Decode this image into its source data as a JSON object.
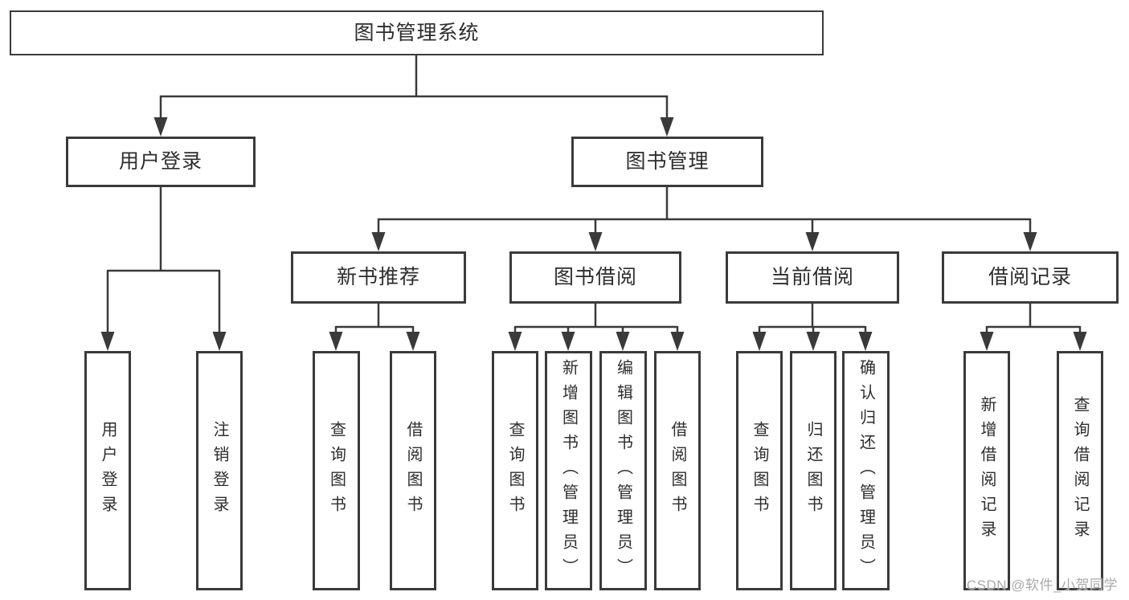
{
  "colors": {
    "background": "#ffffff",
    "line": "#3a3a3a",
    "text": "#2d2d2d",
    "box_bg": "#ffffff",
    "watermark": "#a9a9a9"
  },
  "diagram": {
    "root": {
      "label": "图书管理系统"
    },
    "branches": [
      {
        "label": "用户登录",
        "children": [
          {
            "label": "用户登录"
          },
          {
            "label": "注销登录"
          }
        ]
      },
      {
        "label": "图书管理",
        "children": [
          {
            "label": "新书推荐",
            "children": [
              {
                "label": "查询图书"
              },
              {
                "label": "借阅图书"
              }
            ]
          },
          {
            "label": "图书借阅",
            "children": [
              {
                "label": "查询图书"
              },
              {
                "label": "新增图书（管理员）"
              },
              {
                "label": "编辑图书（管理员）"
              },
              {
                "label": "借阅图书"
              }
            ]
          },
          {
            "label": "当前借阅",
            "children": [
              {
                "label": "查询图书"
              },
              {
                "label": "归还图书"
              },
              {
                "label": "确认归还（管理员）"
              }
            ]
          },
          {
            "label": "借阅记录",
            "children": [
              {
                "label": "新增借阅记录"
              },
              {
                "label": "查询借阅记录"
              }
            ]
          }
        ]
      }
    ]
  },
  "watermark": {
    "text": "CSDN @软件_小贺同学"
  }
}
